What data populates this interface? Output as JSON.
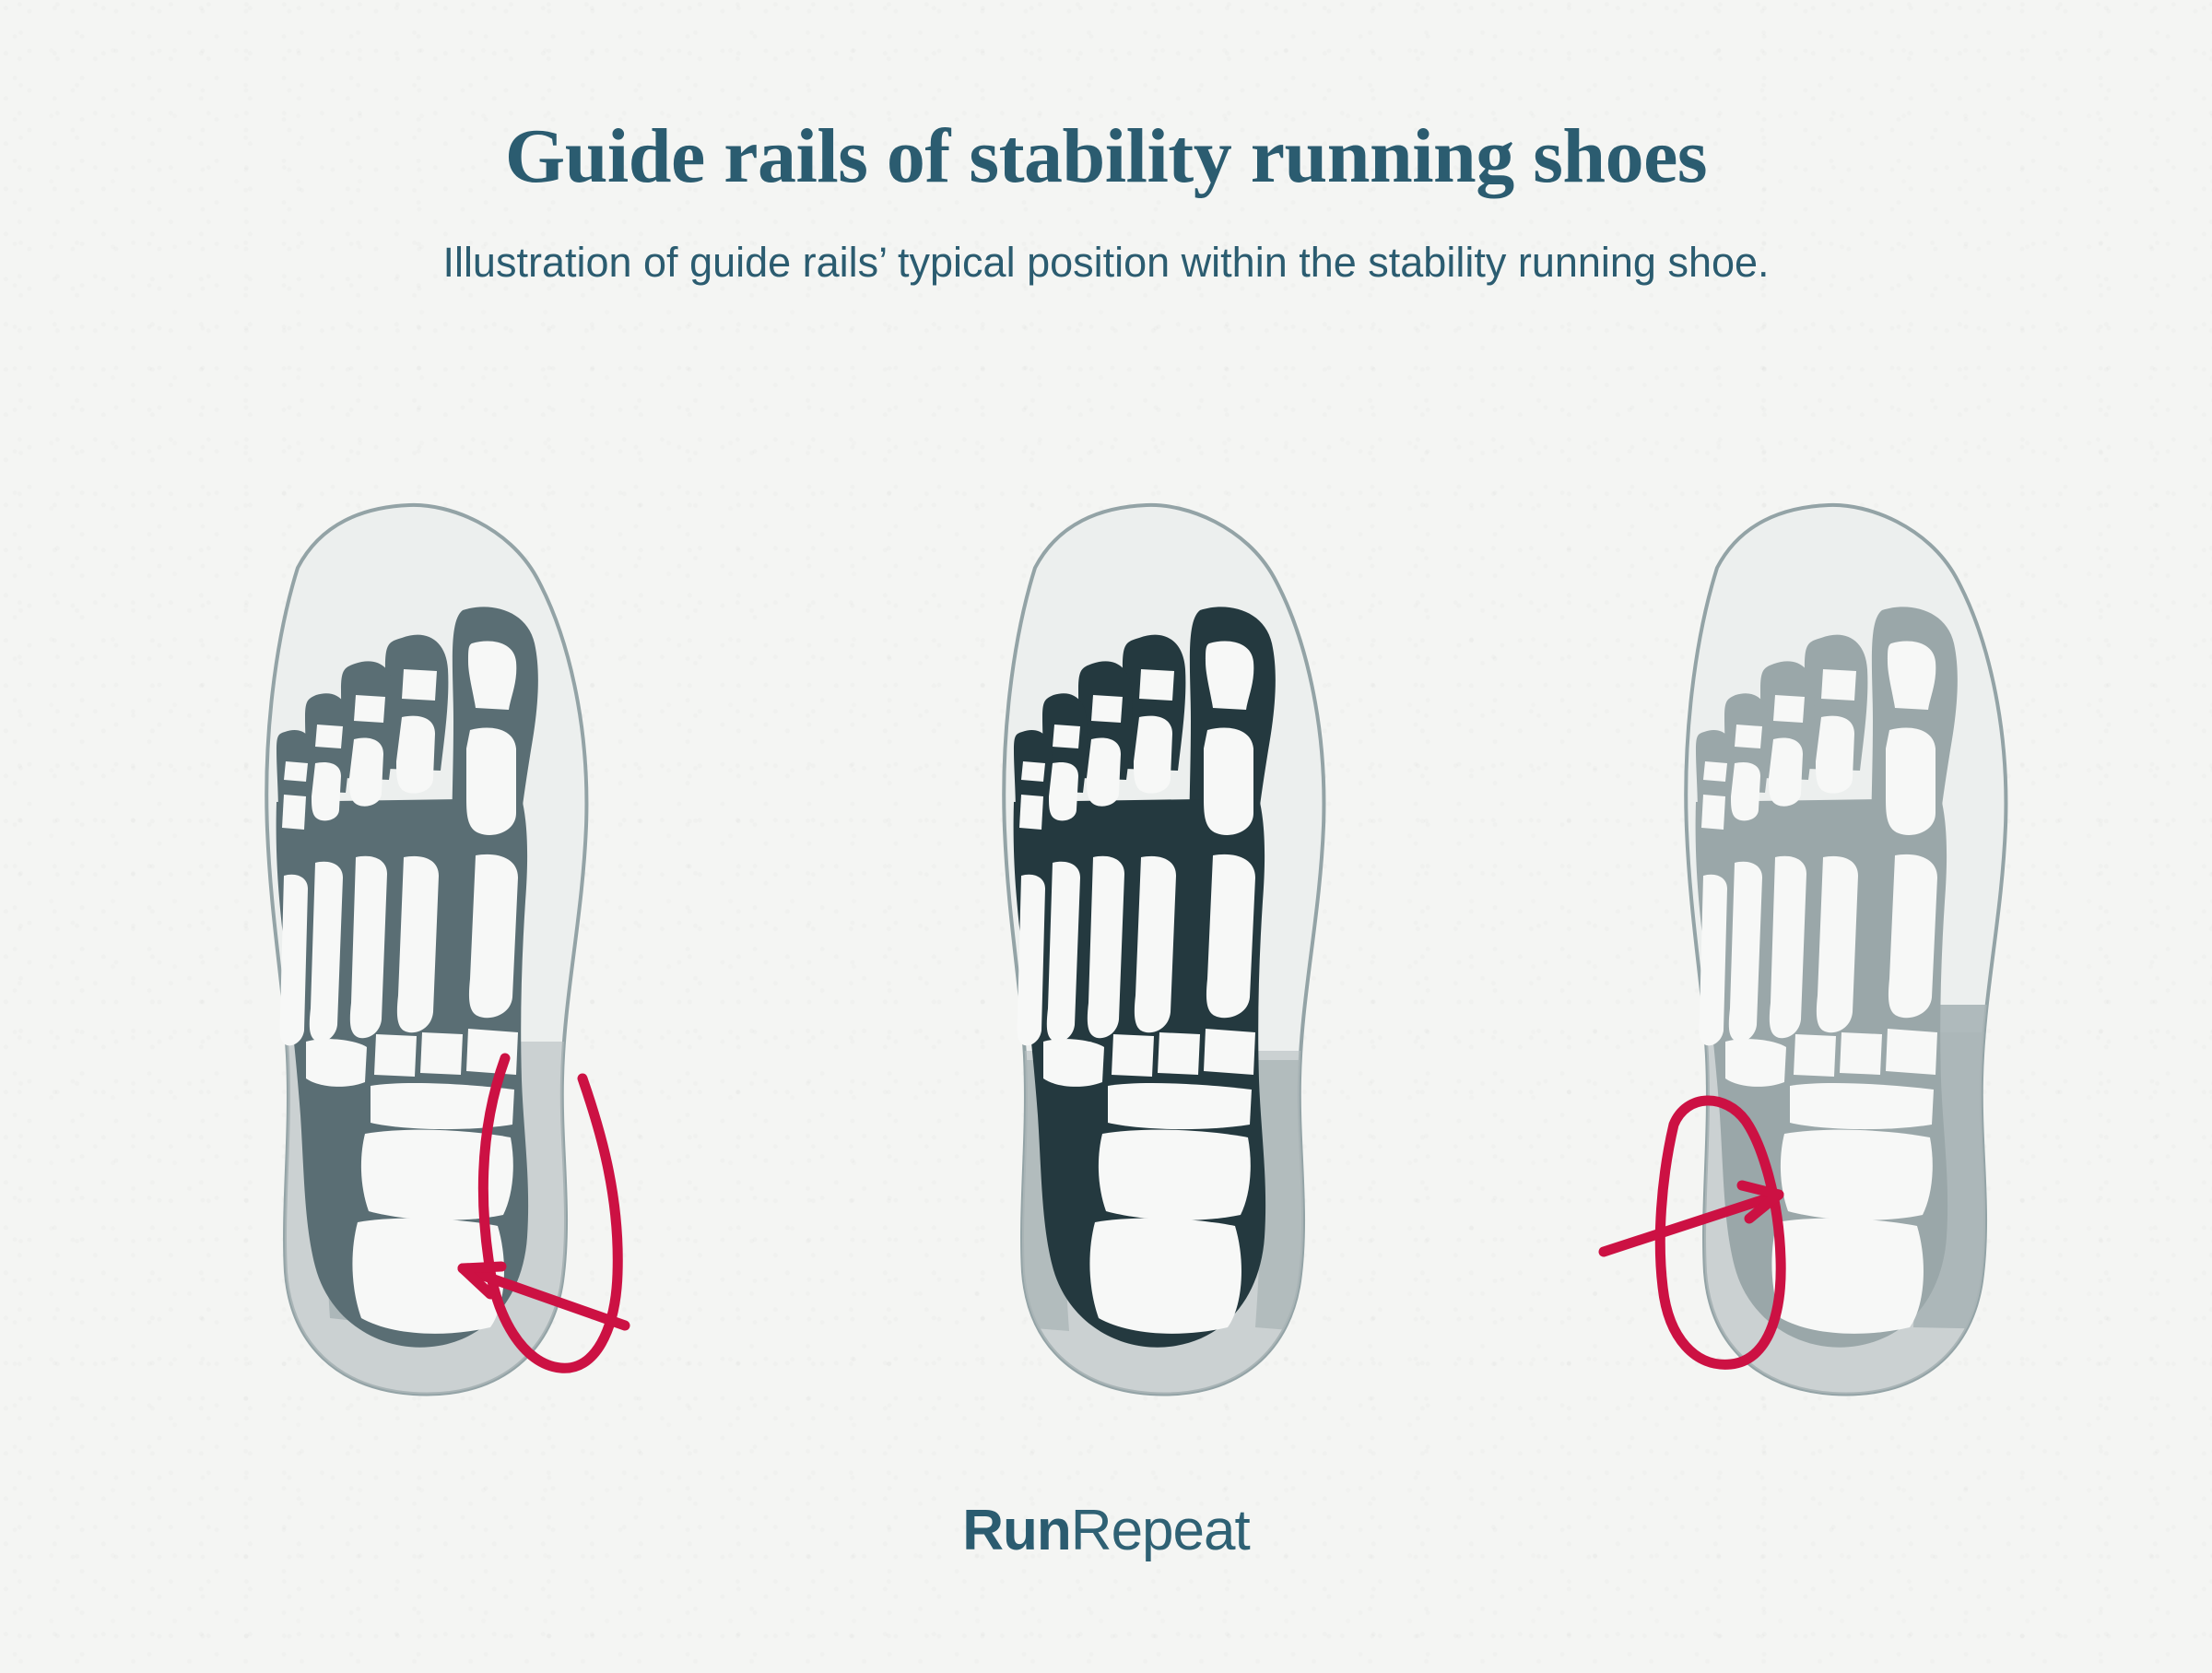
{
  "header": {
    "title": "Guide rails of stability running shoes",
    "subtitle": "Illustration of guide rails’ typical position within the stability running shoe."
  },
  "brand": {
    "run": "Run",
    "repeat": "Repeat"
  },
  "colors": {
    "background": "#f4f5f3",
    "title_teal": "#2b5c70",
    "annotation_red": "#cc1143",
    "shoe_outline": "#93a3a6",
    "shoe_fill": "#eceeed",
    "guide_rail_gray": "#a9b4b6",
    "foot_overpronation": "#5a6e74",
    "foot_neutral": "#24393f",
    "foot_supination": "#9aa7a9",
    "bone_white": "#f7f8f7"
  },
  "figure": {
    "panels": [
      {
        "id": "overpronation",
        "position": "left",
        "foot_color": "#5a6e74",
        "has_guide_rail": true,
        "guide_rail_side": "medial-left",
        "has_annotation": true,
        "annotation": {
          "shape": "hand-drawn-loop",
          "loop_side": "right",
          "arrow_direction": "left",
          "color": "#cc1143"
        }
      },
      {
        "id": "neutral",
        "position": "center",
        "foot_color": "#24393f",
        "has_guide_rail": true,
        "guide_rail_side": "both",
        "has_annotation": false,
        "annotation": null
      },
      {
        "id": "supination",
        "position": "right",
        "foot_color": "#9aa7a9",
        "has_guide_rail": true,
        "guide_rail_side": "lateral-right",
        "has_annotation": true,
        "annotation": {
          "shape": "hand-drawn-loop",
          "loop_side": "left",
          "arrow_direction": "right",
          "color": "#cc1143"
        }
      }
    ]
  }
}
